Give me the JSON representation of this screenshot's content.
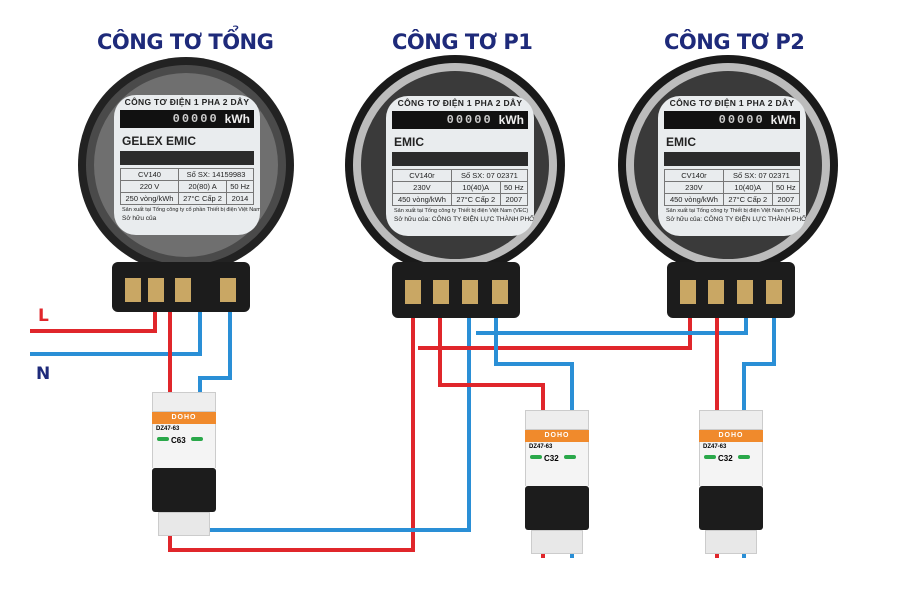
{
  "titles": {
    "main_meter": "CÔNG TƠ TỔNG",
    "meter_p1": "CÔNG TƠ P1",
    "meter_p2": "CÔNG TƠ P2"
  },
  "line_labels": {
    "live": "L",
    "neutral": "N"
  },
  "colors": {
    "title": "#1e2a7a",
    "live_wire": "#e0262b",
    "neutral_wire": "#2a8fd6",
    "breaker_band": "#f08a2c"
  },
  "meters": [
    {
      "id": "main",
      "header": "CÔNG TƠ ĐIỆN 1 PHA 2 DÂY",
      "counter_digits": "00000",
      "unit": "kWh",
      "brand": "GELEX EMIC",
      "model": "CV140",
      "serial_label": "Số SX:",
      "serial": "14159983",
      "voltage": "220 V",
      "current": "20(80) A",
      "frequency": "50 Hz",
      "constant": "250 vòng/kWh",
      "temperature": "27°C",
      "class": "Cấp 2",
      "year": "2014",
      "manufacturer_note": "Sản xuất tại Tổng công ty cổ phần Thiết bị điện Việt Nam",
      "owner_label": "Sở hữu của"
    },
    {
      "id": "p1",
      "header": "CÔNG TƠ ĐIỆN 1 PHA 2 DÂY",
      "counter_digits": "00000",
      "unit": "kWh",
      "brand": "EMIC",
      "model": "CV140r",
      "serial_label": "Số SX:",
      "serial": "07 02371",
      "voltage": "230V",
      "current": "10(40)A",
      "frequency": "50 Hz",
      "constant": "450 vòng/kWh",
      "temperature": "27°C",
      "class": "Cấp 2",
      "year": "2007",
      "manufacturer_note": "Sản xuất tại Tổng công ty Thiết bị điện Việt Nam (VEC)",
      "owner_label": "Sở hữu của: CÔNG TY ĐIỆN LỰC THÀNH PHỐ HÀ NỘI"
    },
    {
      "id": "p2",
      "header": "CÔNG TƠ ĐIỆN 1 PHA 2 DÂY",
      "counter_digits": "00000",
      "unit": "kWh",
      "brand": "EMIC",
      "model": "CV140r",
      "serial_label": "Số SX:",
      "serial": "07 02371",
      "voltage": "230V",
      "current": "10(40)A",
      "frequency": "50 Hz",
      "constant": "450 vòng/kWh",
      "temperature": "27°C",
      "class": "Cấp 2",
      "year": "2007",
      "manufacturer_note": "Sản xuất tại Tổng công ty Thiết bị điện Việt Nam (VEC)",
      "owner_label": "Sở hữu của: CÔNG TY ĐIỆN LỰC THÀNH PHỐ HÀ NỘI"
    }
  ],
  "breakers": [
    {
      "id": "main",
      "brand": "DOHO",
      "model": "DZ47-63",
      "rating": "C63"
    },
    {
      "id": "p1",
      "brand": "DOHO",
      "model": "DZ47-63",
      "rating": "C32"
    },
    {
      "id": "p2",
      "brand": "DOHO",
      "model": "DZ47-63",
      "rating": "C32"
    }
  ]
}
